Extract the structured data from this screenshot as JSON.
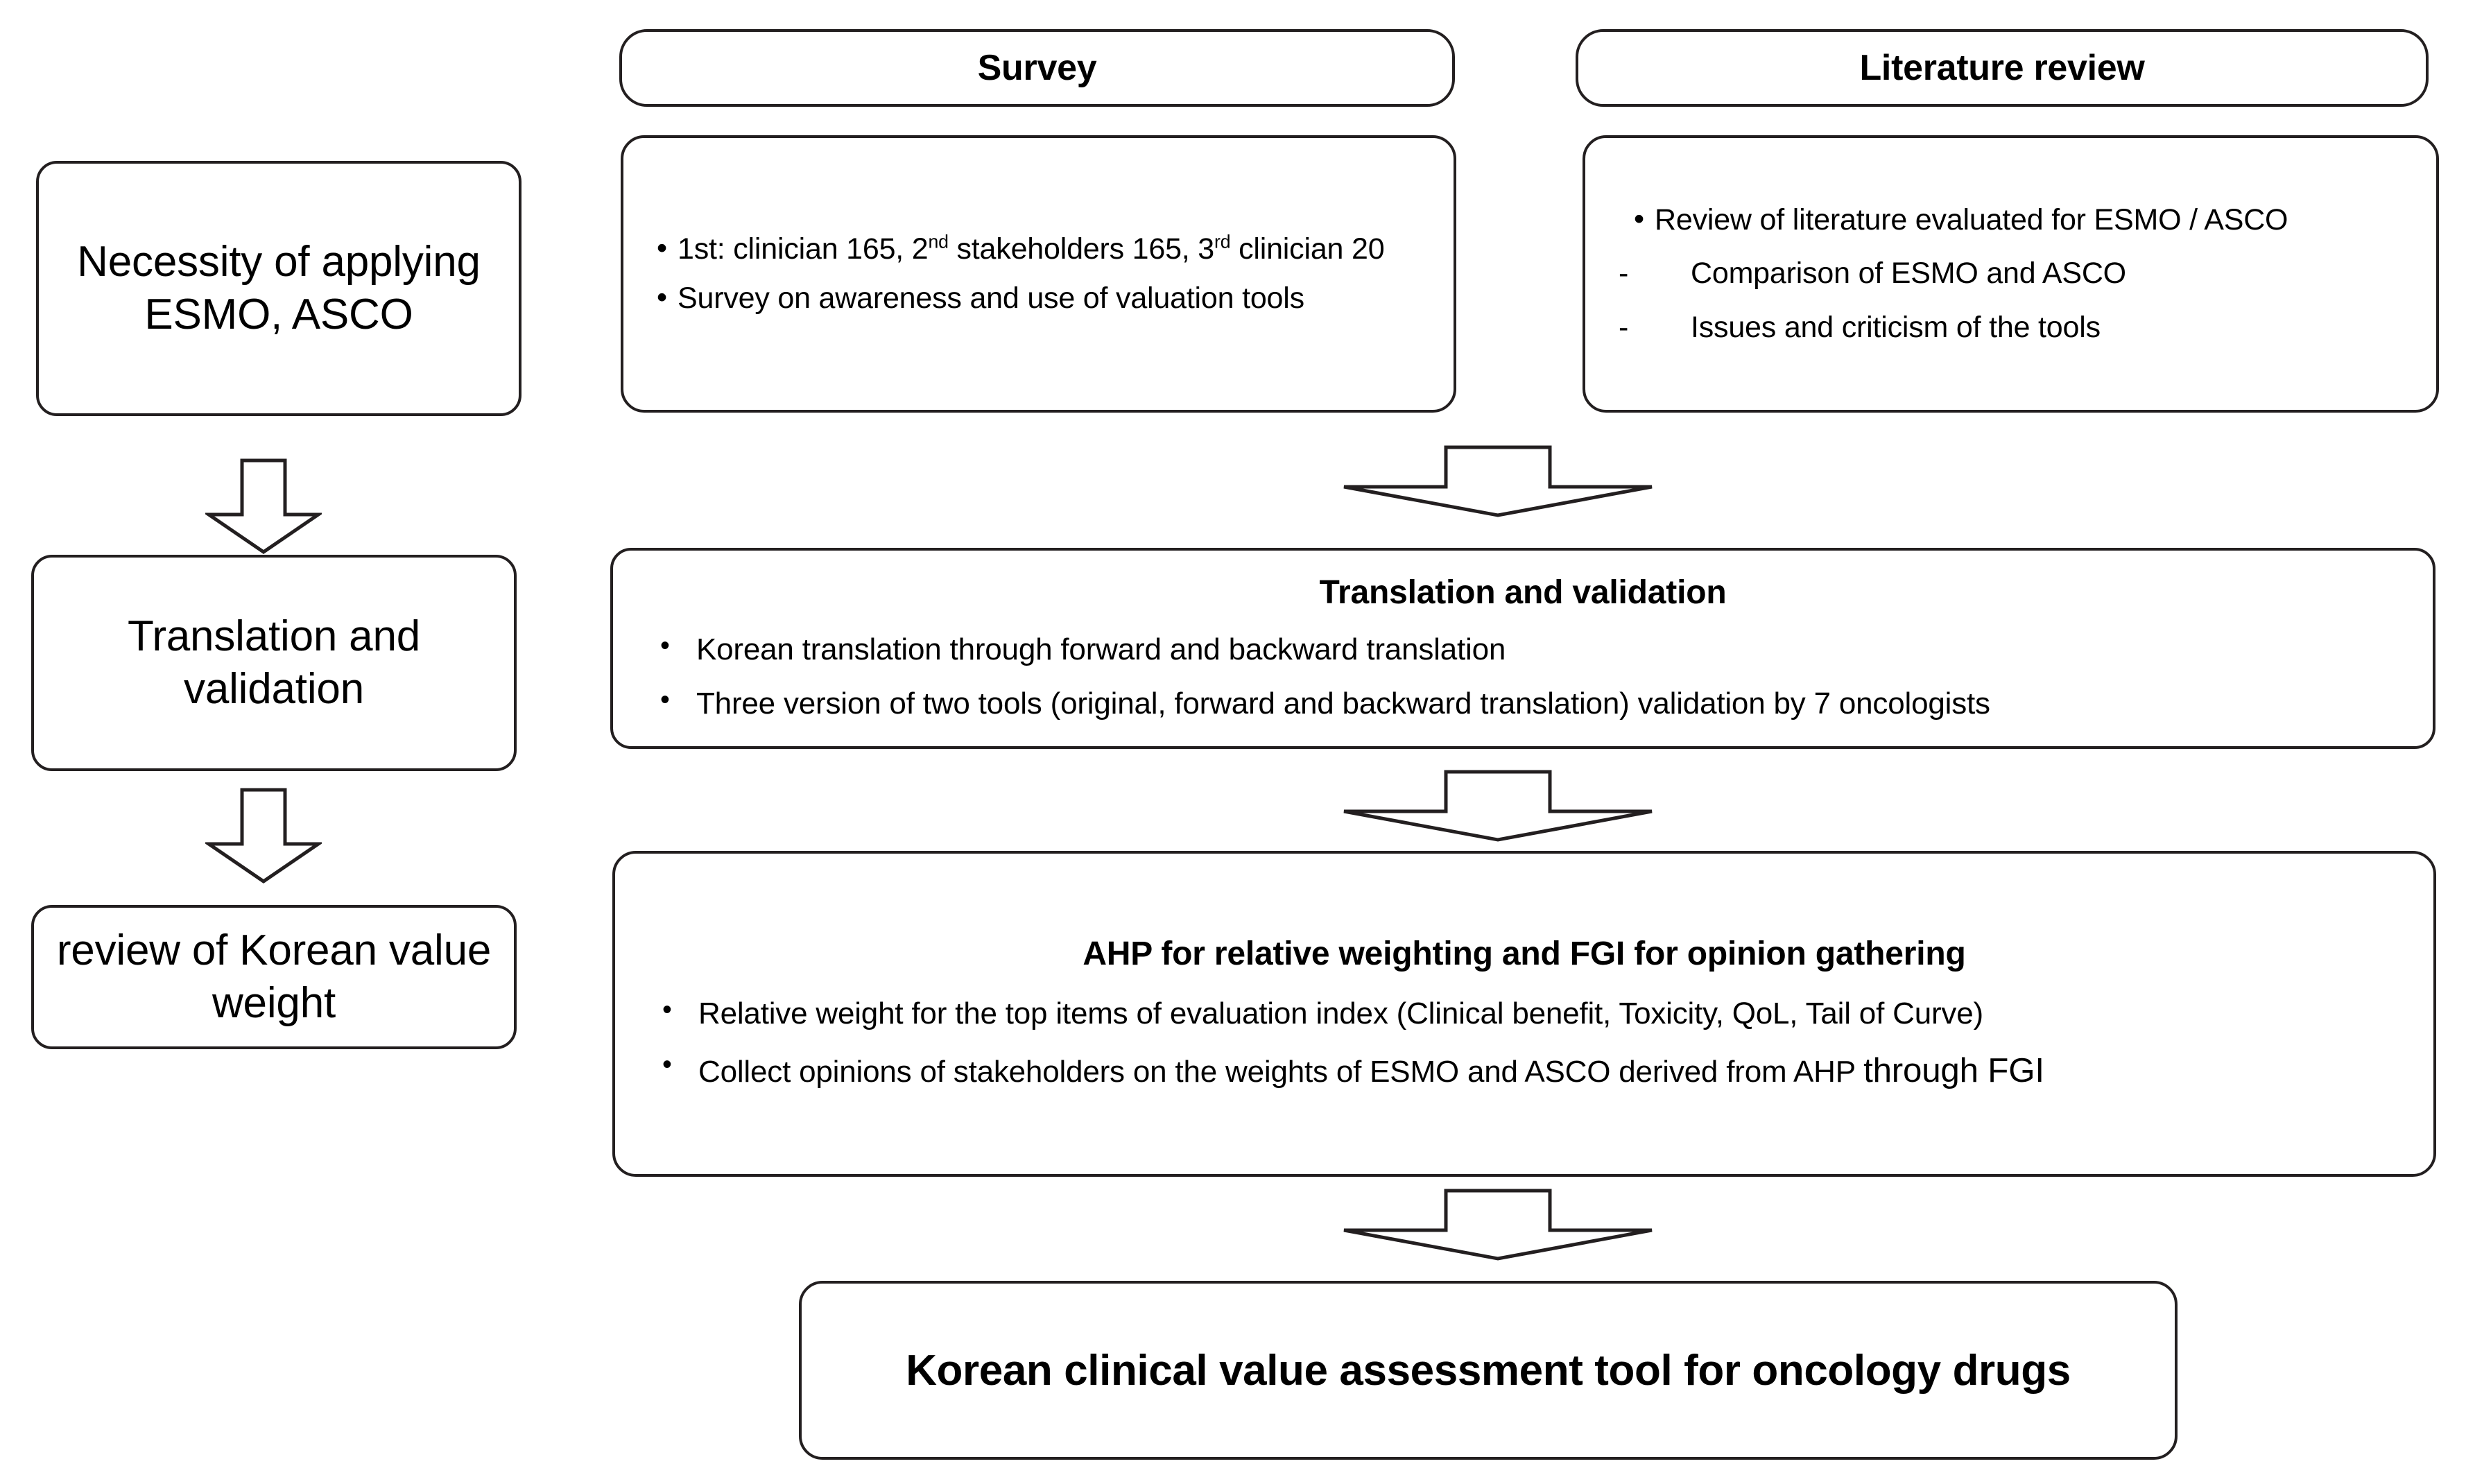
{
  "left_column": {
    "boxes": [
      {
        "id": "necessity",
        "label": "Necessity of applying ESMO, ASCO"
      },
      {
        "id": "translation",
        "label": "Translation and validation"
      },
      {
        "id": "review",
        "label": "review of Korean value weight"
      }
    ],
    "arrows": [
      {
        "id": "left-arrow-1",
        "name": "down-arrow-icon"
      },
      {
        "id": "left-arrow-2",
        "name": "down-arrow-icon"
      }
    ]
  },
  "survey": {
    "header": "Survey",
    "bullets": [
      {
        "pre": "1st: clinician 165, 2",
        "sup1": "nd",
        "mid": " stakeholders 165, 3",
        "sup2": "rd",
        "post": " clinician 20"
      },
      {
        "text": "Survey on awareness and use of valuation tools"
      }
    ]
  },
  "literature_review": {
    "header": "Literature review",
    "bullets": [
      {
        "marker": "dot",
        "text": "Review of literature evaluated for ESMO / ASCO"
      },
      {
        "marker": "dash",
        "text": "Comparison of ESMO and ASCO"
      },
      {
        "marker": "dash",
        "text": "Issues and criticism of the tools"
      }
    ]
  },
  "translation_stage": {
    "title": "Translation and validation",
    "bullets": [
      "Korean translation through forward and backward translation",
      "Three version of two tools (original, forward and backward translation) validation by 7 oncologists"
    ]
  },
  "ahp_stage": {
    "title": "AHP for relative weighting and FGI for opinion gathering",
    "bullets": [
      "Relative weight for the top items of evaluation index (Clinical benefit, Toxicity, QoL, Tail of Curve)",
      {
        "normal": "Collect opinions of stakeholders on the weights of ESMO and ASCO derived from AHP ",
        "emphasis": "through FGI"
      }
    ]
  },
  "final_outcome": {
    "label": "Korean clinical value assessment tool for oncology drugs"
  },
  "flow_arrows": [
    {
      "id": "merge-arrow",
      "name": "down-arrow-icon"
    },
    {
      "id": "to-ahp-arrow",
      "name": "down-arrow-icon"
    },
    {
      "id": "to-final-arrow",
      "name": "down-arrow-icon"
    }
  ],
  "colors": {
    "stroke": "#231f20",
    "background": "#ffffff",
    "text": "#000000"
  }
}
